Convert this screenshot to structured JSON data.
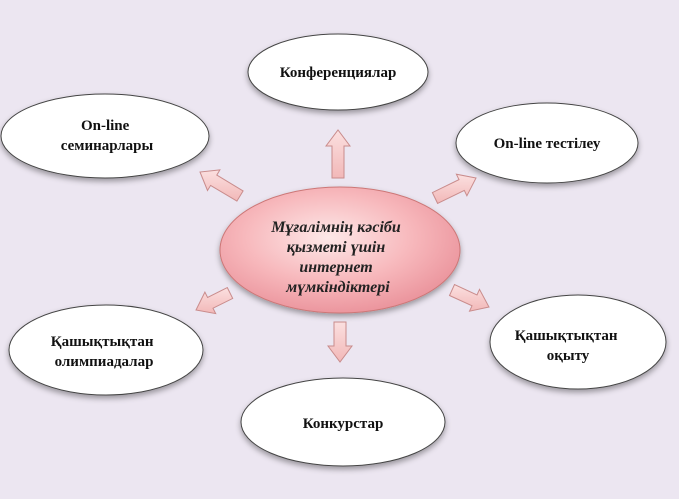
{
  "center": {
    "lines": [
      "Мұғалімнің кәсіби",
      "қызметі үшін",
      "интернет",
      "мүмкіндіктері"
    ]
  },
  "nodes": {
    "conferences": {
      "lines": [
        "Конференциялар"
      ]
    },
    "online_testing": {
      "lines": [
        "On-line тестілеу"
      ]
    },
    "online_seminars": {
      "lines": [
        "On-line",
        "семинарлары"
      ]
    },
    "distance_olympiads": {
      "lines": [
        "Қашықтықтан",
        "олимпиадалар"
      ]
    },
    "distance_learning": {
      "lines": [
        "Қашықтықтан",
        "оқыту"
      ]
    },
    "contests": {
      "lines": [
        "Конкурстар"
      ]
    }
  },
  "colors": {
    "background": "#ece6f1",
    "arrow_fill": "#f6c9c9",
    "arrow_stroke": "#c98c8c",
    "center_fill_light": "#fde5e5",
    "center_fill_dark": "#ef9aa2"
  }
}
